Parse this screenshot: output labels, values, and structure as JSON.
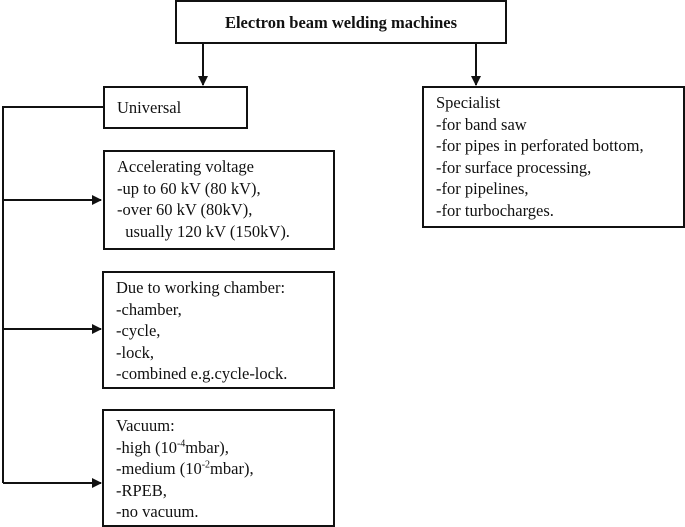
{
  "title": "Electron beam welding machines",
  "universal": {
    "label": "Universal",
    "groups": [
      {
        "heading": "Accelerating voltage",
        "items": [
          "-up to 60 kV (80 kV),",
          "-over 60 kV (80kV),",
          "  usually 120 kV (150kV)."
        ]
      },
      {
        "heading": "Due to working chamber:",
        "items": [
          "-chamber,",
          "-cycle,",
          "-lock,",
          "-combined e.g.cycle-lock."
        ]
      },
      {
        "heading": "Vacuum:",
        "items": [
          {
            "pre": "-high (10",
            "sup": "-4",
            "post": "mbar),"
          },
          {
            "pre": "-medium (10",
            "sup": "-2",
            "post": "mbar),"
          },
          "-RPEB,",
          "-no vacuum."
        ]
      }
    ]
  },
  "specialist": {
    "label": "Specialist",
    "items": [
      "-for band saw",
      "-for pipes in perforated bottom,",
      "-for surface processing,",
      "-for pipelines,",
      "-for turbocharges."
    ]
  }
}
